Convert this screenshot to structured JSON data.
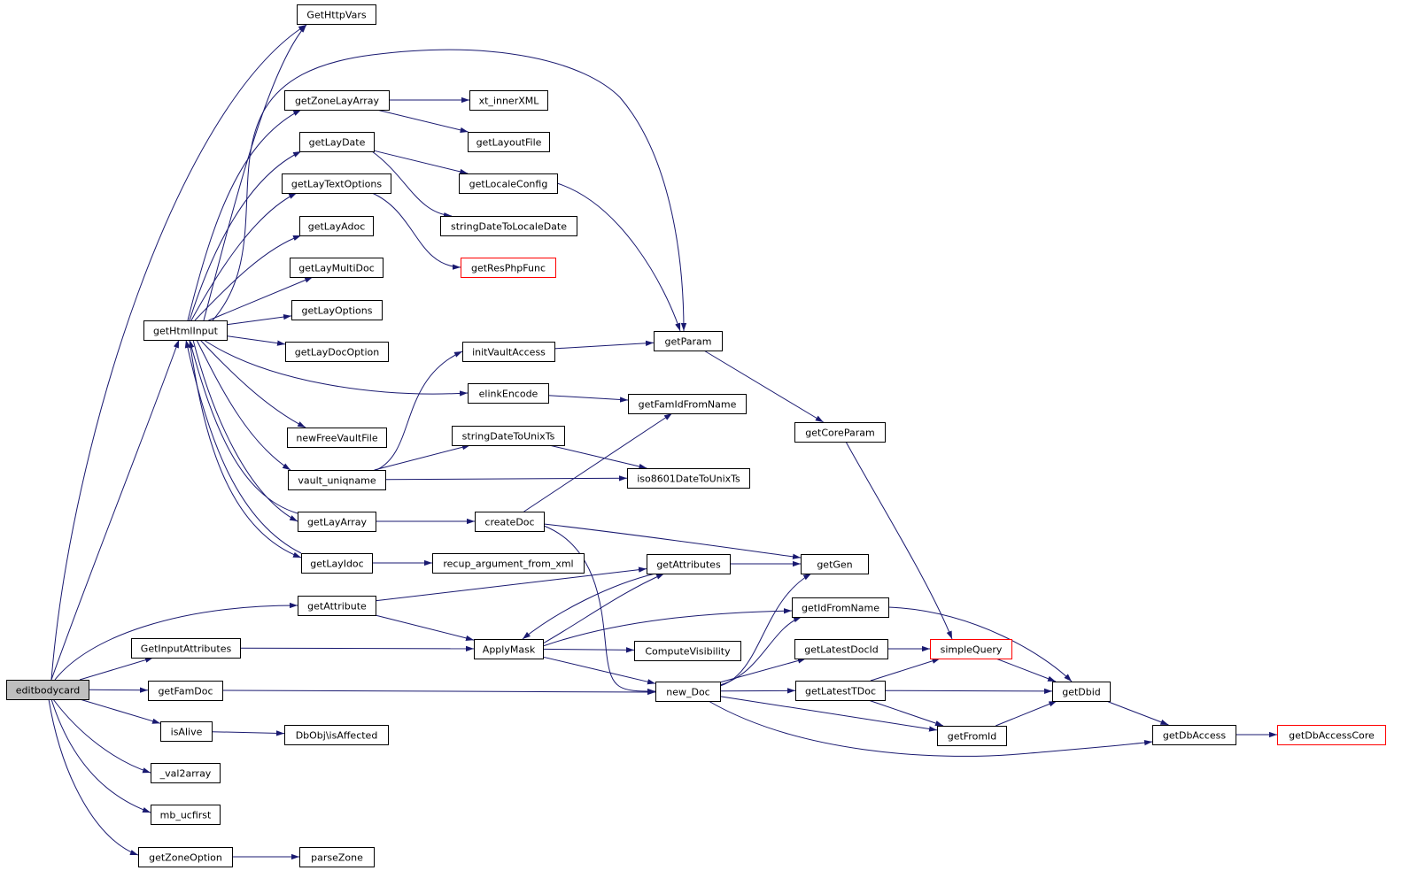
{
  "colors": {
    "edge": "#191970",
    "node_border": "#000000",
    "root_fill": "#bfbfbf",
    "truncated_border": "#ff0000"
  },
  "nodes": [
    {
      "id": "editbodycard",
      "label": "editbodycard",
      "root": true
    },
    {
      "id": "GetHttpVars",
      "label": "GetHttpVars"
    },
    {
      "id": "getHtmlInput",
      "label": "getHtmlInput"
    },
    {
      "id": "getZoneLayArray",
      "label": "getZoneLayArray"
    },
    {
      "id": "xt_innerXML",
      "label": "xt_innerXML"
    },
    {
      "id": "getLayoutFile",
      "label": "getLayoutFile"
    },
    {
      "id": "getLayDate",
      "label": "getLayDate"
    },
    {
      "id": "getLocaleConfig",
      "label": "getLocaleConfig"
    },
    {
      "id": "getLayTextOptions",
      "label": "getLayTextOptions"
    },
    {
      "id": "stringDateToLocaleDate",
      "label": "stringDateToLocaleDate"
    },
    {
      "id": "getLayAdoc",
      "label": "getLayAdoc"
    },
    {
      "id": "getResPhpFunc",
      "label": "getResPhpFunc",
      "truncated": true
    },
    {
      "id": "getLayMultiDoc",
      "label": "getLayMultiDoc"
    },
    {
      "id": "getLayOptions",
      "label": "getLayOptions"
    },
    {
      "id": "getParam",
      "label": "getParam"
    },
    {
      "id": "getLayDocOption",
      "label": "getLayDocOption"
    },
    {
      "id": "initVaultAccess",
      "label": "initVaultAccess"
    },
    {
      "id": "elinkEncode",
      "label": "elinkEncode"
    },
    {
      "id": "getFamIdFromName",
      "label": "getFamIdFromName"
    },
    {
      "id": "getCoreParam",
      "label": "getCoreParam"
    },
    {
      "id": "newFreeVaultFile",
      "label": "newFreeVaultFile"
    },
    {
      "id": "stringDateToUnixTs",
      "label": "stringDateToUnixTs"
    },
    {
      "id": "vault_uniqname",
      "label": "vault_uniqname"
    },
    {
      "id": "iso8601DateToUnixTs",
      "label": "iso8601DateToUnixTs"
    },
    {
      "id": "getLayArray",
      "label": "getLayArray"
    },
    {
      "id": "createDoc",
      "label": "createDoc"
    },
    {
      "id": "getLayIdoc",
      "label": "getLayIdoc"
    },
    {
      "id": "recup_argument_from_xml",
      "label": "recup_argument_from_xml"
    },
    {
      "id": "getAttributes",
      "label": "getAttributes"
    },
    {
      "id": "getGen",
      "label": "getGen"
    },
    {
      "id": "getAttribute",
      "label": "getAttribute"
    },
    {
      "id": "getIdFromName",
      "label": "getIdFromName"
    },
    {
      "id": "GetInputAttributes",
      "label": "GetInputAttributes"
    },
    {
      "id": "ApplyMask",
      "label": "ApplyMask"
    },
    {
      "id": "ComputeVisibility",
      "label": "ComputeVisibility"
    },
    {
      "id": "getLatestDocId",
      "label": "getLatestDocId"
    },
    {
      "id": "simpleQuery",
      "label": "simpleQuery",
      "truncated": true
    },
    {
      "id": "getFamDoc",
      "label": "getFamDoc"
    },
    {
      "id": "new_Doc",
      "label": "new_Doc"
    },
    {
      "id": "getLatestTDoc",
      "label": "getLatestTDoc"
    },
    {
      "id": "getDbid",
      "label": "getDbid"
    },
    {
      "id": "isAlive",
      "label": "isAlive"
    },
    {
      "id": "DbObj_isAffected",
      "label": "DbObj\\isAffected"
    },
    {
      "id": "getFromId",
      "label": "getFromId"
    },
    {
      "id": "getDbAccess",
      "label": "getDbAccess"
    },
    {
      "id": "getDbAccessCore",
      "label": "getDbAccessCore",
      "truncated": true
    },
    {
      "id": "val2array",
      "label": "_val2array"
    },
    {
      "id": "mb_ucfirst",
      "label": "mb_ucfirst"
    },
    {
      "id": "getZoneOption",
      "label": "getZoneOption"
    },
    {
      "id": "parseZone",
      "label": "parseZone"
    }
  ],
  "edges": [
    [
      "editbodycard",
      "GetHttpVars"
    ],
    [
      "editbodycard",
      "getHtmlInput"
    ],
    [
      "editbodycard",
      "getAttribute"
    ],
    [
      "editbodycard",
      "GetInputAttributes"
    ],
    [
      "editbodycard",
      "getFamDoc"
    ],
    [
      "editbodycard",
      "isAlive"
    ],
    [
      "editbodycard",
      "val2array"
    ],
    [
      "editbodycard",
      "mb_ucfirst"
    ],
    [
      "editbodycard",
      "getZoneOption"
    ],
    [
      "getHtmlInput",
      "GetHttpVars"
    ],
    [
      "getHtmlInput",
      "getZoneLayArray"
    ],
    [
      "getHtmlInput",
      "getParam"
    ],
    [
      "getHtmlInput",
      "getLayDate"
    ],
    [
      "getHtmlInput",
      "getLayTextOptions"
    ],
    [
      "getHtmlInput",
      "getLayAdoc"
    ],
    [
      "getHtmlInput",
      "getLayMultiDoc"
    ],
    [
      "getHtmlInput",
      "getLayOptions"
    ],
    [
      "getHtmlInput",
      "getLayDocOption"
    ],
    [
      "getHtmlInput",
      "elinkEncode"
    ],
    [
      "getHtmlInput",
      "newFreeVaultFile"
    ],
    [
      "getHtmlInput",
      "vault_uniqname"
    ],
    [
      "getHtmlInput",
      "getLayArray"
    ],
    [
      "getHtmlInput",
      "getLayIdoc"
    ],
    [
      "getZoneLayArray",
      "xt_innerXML"
    ],
    [
      "getZoneLayArray",
      "getLayoutFile"
    ],
    [
      "getLayDate",
      "getLocaleConfig"
    ],
    [
      "getLayDate",
      "stringDateToLocaleDate"
    ],
    [
      "getLocaleConfig",
      "getParam"
    ],
    [
      "getLayTextOptions",
      "getResPhpFunc"
    ],
    [
      "initVaultAccess",
      "getParam"
    ],
    [
      "getParam",
      "getCoreParam"
    ],
    [
      "elinkEncode",
      "getFamIdFromName"
    ],
    [
      "getCoreParam",
      "simpleQuery"
    ],
    [
      "vault_uniqname",
      "initVaultAccess"
    ],
    [
      "vault_uniqname",
      "stringDateToUnixTs"
    ],
    [
      "vault_uniqname",
      "iso8601DateToUnixTs"
    ],
    [
      "stringDateToUnixTs",
      "iso8601DateToUnixTs"
    ],
    [
      "getLayArray",
      "getHtmlInput"
    ],
    [
      "getLayArray",
      "createDoc"
    ],
    [
      "createDoc",
      "getFamIdFromName"
    ],
    [
      "createDoc",
      "getGen"
    ],
    [
      "createDoc",
      "new_Doc"
    ],
    [
      "getLayIdoc",
      "getHtmlInput"
    ],
    [
      "getLayIdoc",
      "recup_argument_from_xml"
    ],
    [
      "getAttributes",
      "getGen"
    ],
    [
      "getAttributes",
      "ApplyMask"
    ],
    [
      "getAttribute",
      "getAttributes"
    ],
    [
      "getAttribute",
      "ApplyMask"
    ],
    [
      "GetInputAttributes",
      "ApplyMask"
    ],
    [
      "ApplyMask",
      "getAttributes"
    ],
    [
      "ApplyMask",
      "getIdFromName"
    ],
    [
      "ApplyMask",
      "ComputeVisibility"
    ],
    [
      "ApplyMask",
      "new_Doc"
    ],
    [
      "getIdFromName",
      "getDbid"
    ],
    [
      "getLatestDocId",
      "simpleQuery"
    ],
    [
      "simpleQuery",
      "getDbid"
    ],
    [
      "getFamDoc",
      "new_Doc"
    ],
    [
      "new_Doc",
      "getGen"
    ],
    [
      "new_Doc",
      "getIdFromName"
    ],
    [
      "new_Doc",
      "getLatestDocId"
    ],
    [
      "new_Doc",
      "getLatestTDoc"
    ],
    [
      "new_Doc",
      "getFromId"
    ],
    [
      "new_Doc",
      "getDbAccess"
    ],
    [
      "getLatestTDoc",
      "simpleQuery"
    ],
    [
      "getLatestTDoc",
      "getDbid"
    ],
    [
      "getLatestTDoc",
      "getFromId"
    ],
    [
      "getFromId",
      "getDbid"
    ],
    [
      "getDbid",
      "getDbAccess"
    ],
    [
      "getDbAccess",
      "getDbAccessCore"
    ],
    [
      "isAlive",
      "DbObj_isAffected"
    ],
    [
      "getZoneOption",
      "parseZone"
    ]
  ]
}
